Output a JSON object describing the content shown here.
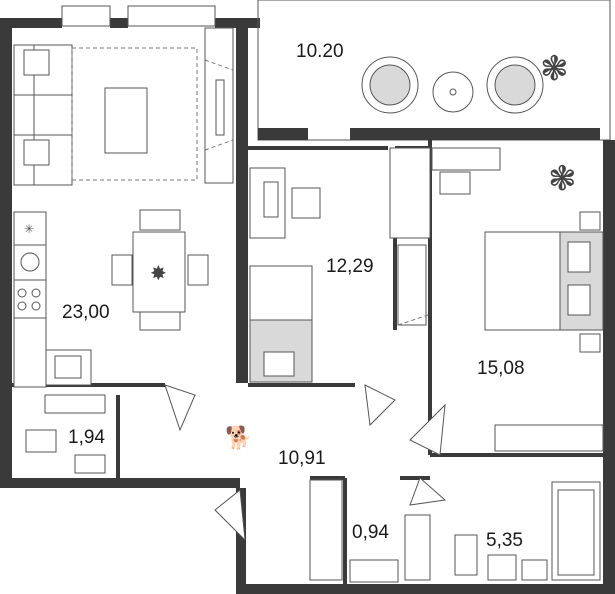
{
  "rooms": [
    {
      "id": "living-kitchen",
      "area": "23,00"
    },
    {
      "id": "balcony",
      "area": "10.20"
    },
    {
      "id": "study",
      "area": "12,29"
    },
    {
      "id": "bedroom",
      "area": "15,08"
    },
    {
      "id": "wc",
      "area": "1,94"
    },
    {
      "id": "hall",
      "area": "10,91"
    },
    {
      "id": "closet",
      "area": "0,94"
    },
    {
      "id": "bathroom",
      "area": "5,35"
    }
  ]
}
